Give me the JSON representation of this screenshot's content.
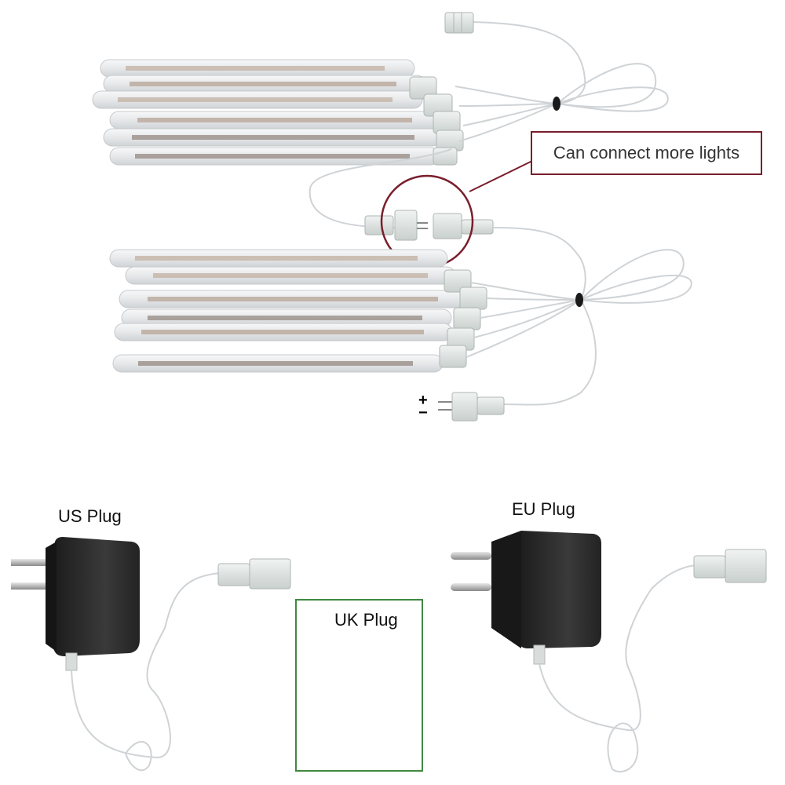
{
  "callout": {
    "text": "Can connect more lights"
  },
  "plugs": {
    "us": {
      "label": "US Plug"
    },
    "eu": {
      "label": "EU Plug"
    },
    "uk": {
      "label": "UK Plug"
    }
  },
  "polarity": {
    "plus": "+",
    "minus": "−"
  },
  "colors": {
    "callout_border": "#7a1e2c",
    "uk_box_border": "#3f8a3f",
    "adapter_body": "#2b2b2b",
    "tube": "#eef0f2",
    "led_strip": "#b9a89a"
  }
}
